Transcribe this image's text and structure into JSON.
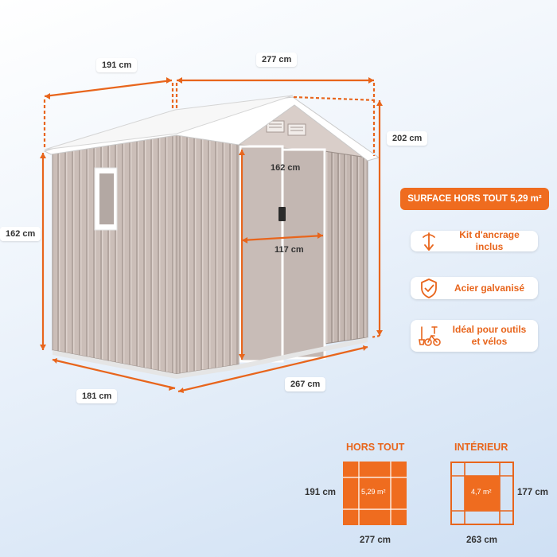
{
  "dimensions": {
    "roof_depth": "191 cm",
    "roof_width": "277 cm",
    "total_height": "202 cm",
    "wall_height": "162 cm",
    "door_height": "162 cm",
    "door_width": "117 cm",
    "base_depth": "181 cm",
    "base_width": "267 cm"
  },
  "surface_badge": "SURFACE HORS TOUT 5,29 m²",
  "features": [
    {
      "label": "Kit d'ancrage inclus",
      "icon": "anchor-stake-icon"
    },
    {
      "label": "Acier galvanisé",
      "icon": "shield-check-icon"
    },
    {
      "label": "Idéal pour outils et vélos",
      "icon": "tools-bike-icon"
    }
  ],
  "footprint": {
    "exterior": {
      "title": "HORS TOUT",
      "area": "5,29 m²",
      "depth": "191 cm",
      "width": "277 cm"
    },
    "interior": {
      "title": "INTÉRIEUR",
      "area": "4,7 m²",
      "depth": "177 cm",
      "width": "263 cm"
    }
  },
  "colors": {
    "accent": "#e8651c",
    "panel": "#c9bcb6",
    "roof": "#ffffff"
  }
}
